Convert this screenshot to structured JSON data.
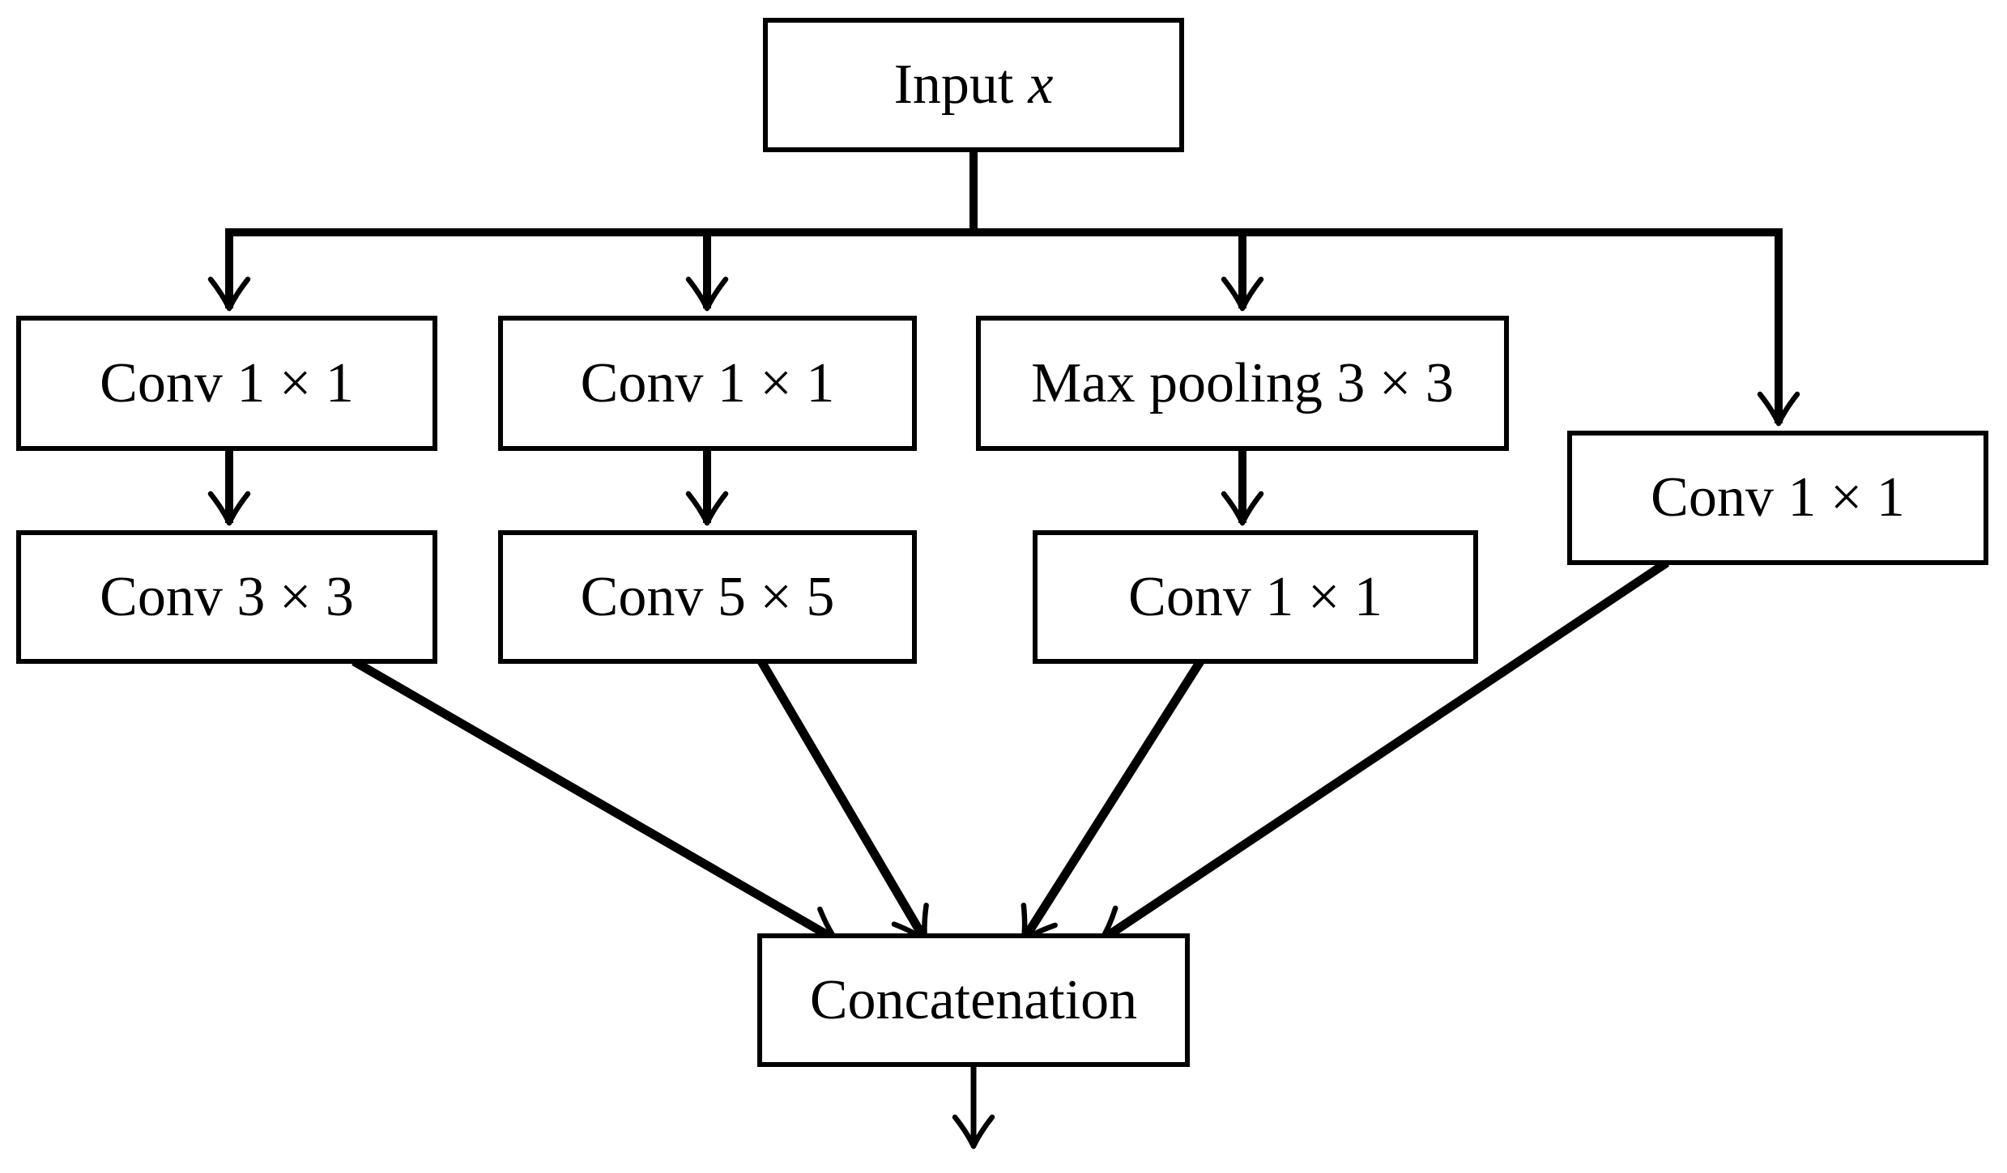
{
  "diagram": {
    "type": "flowchart",
    "background_color": "#ffffff",
    "line_color": "#000000",
    "nodes": {
      "input": {
        "label": "Input",
        "var": "x"
      },
      "branch1_conv1": {
        "label": "Conv 1 × 1"
      },
      "branch2_conv1": {
        "label": "Conv 1 × 1"
      },
      "branch3_maxpool": {
        "label": "Max pooling 3 × 3"
      },
      "branch4_conv1": {
        "label": "Conv 1 × 1"
      },
      "branch1_conv3": {
        "label": "Conv 3 × 3"
      },
      "branch2_conv5": {
        "label": "Conv 5 × 5"
      },
      "branch3_conv1": {
        "label": "Conv 1 × 1"
      },
      "concat": {
        "label": "Concatenation"
      }
    },
    "edges": [
      {
        "from": "input",
        "to": "branch1_conv1"
      },
      {
        "from": "input",
        "to": "branch2_conv1"
      },
      {
        "from": "input",
        "to": "branch3_maxpool"
      },
      {
        "from": "input",
        "to": "branch4_conv1"
      },
      {
        "from": "branch1_conv1",
        "to": "branch1_conv3"
      },
      {
        "from": "branch2_conv1",
        "to": "branch2_conv5"
      },
      {
        "from": "branch3_maxpool",
        "to": "branch3_conv1"
      },
      {
        "from": "branch1_conv3",
        "to": "concat"
      },
      {
        "from": "branch2_conv5",
        "to": "concat"
      },
      {
        "from": "branch3_conv1",
        "to": "concat"
      },
      {
        "from": "branch4_conv1",
        "to": "concat"
      },
      {
        "from": "concat",
        "to": "output"
      }
    ]
  }
}
